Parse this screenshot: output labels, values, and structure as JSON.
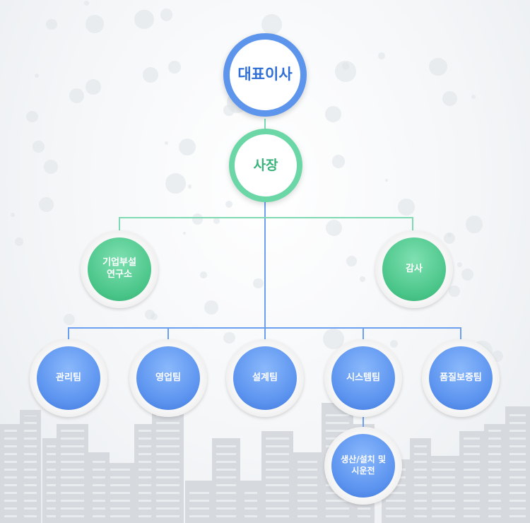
{
  "org": {
    "ceo": "대표이사",
    "president": "사장",
    "research": "기업부설\n연구소",
    "audit": "감사",
    "teams": [
      "관리팀",
      "영업팀",
      "설계팀",
      "시스템팀",
      "품질보증팀"
    ],
    "sub_team": "생산/설치 및\n시운전"
  },
  "colors": {
    "blue_accent": "#5d94ec",
    "green_accent": "#6bd6a6",
    "line_green": "#7fd9b3",
    "line_blue": "#6c9ff0"
  }
}
